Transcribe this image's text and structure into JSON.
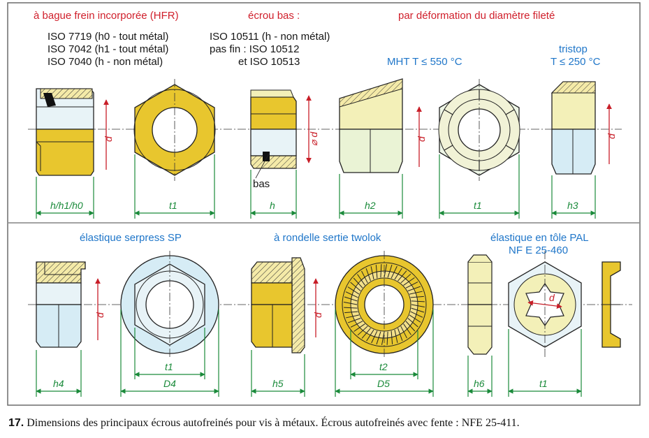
{
  "headers": {
    "hfr": "à bague frein incorporée (HFR)",
    "ecrou_bas": "écrou bas :",
    "deformation": "par déformation du diamètre fileté",
    "mht": "MHT   T ≤ 550 °C",
    "tristop": "tristop",
    "tristop_temp": "T ≤ 250 °C",
    "serpress": "élastique serpress SP",
    "twolok": "à rondelle sertie twolok",
    "pal": "élastique en tôle PAL",
    "pal_norm": "NF E 25-460"
  },
  "iso_hfr": [
    "ISO 7719 (h0 - tout métal)",
    "ISO 7042 (h1 - tout métal)",
    "ISO 7040 (h - non métal)"
  ],
  "iso_bas": [
    "ISO 10511 (h - non métal)",
    "pas fin : ISO 10512",
    "et ISO 10513"
  ],
  "labels": {
    "d": "d",
    "phi_d": "⌀ d",
    "bas": "bas"
  },
  "dims_top": [
    "h/h1/h0",
    "t1",
    "h",
    "h2",
    "t1",
    "h3"
  ],
  "dims_bottom": [
    "h4",
    "t1",
    "D4",
    "h5",
    "t2",
    "D5",
    "h6",
    "t1"
  ],
  "caption": {
    "number": "17.",
    "text": "Dimensions des principaux écrous autofreinés pour vis à métaux. Écrous autofreinés avec fente : NFE 25-411."
  },
  "colors": {
    "yellow": "#e8c62e",
    "blue_tint": "#d6ecf5",
    "light_yellow": "#f3f0b8",
    "green": "#1a8a3a",
    "red": "#d0202c",
    "blue_text": "#1f76c9"
  }
}
